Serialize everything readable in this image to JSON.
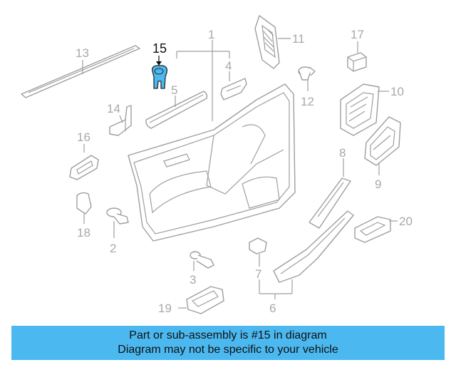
{
  "diagram": {
    "highlighted_part": "15",
    "highlight_color": "#4bb8f0",
    "callouts": [
      "1",
      "2",
      "3",
      "4",
      "5",
      "6",
      "7",
      "8",
      "9",
      "10",
      "11",
      "12",
      "13",
      "14",
      "15",
      "16",
      "17",
      "18",
      "19",
      "20"
    ]
  },
  "banner": {
    "line1": "Part or sub-assembly is #15 in diagram",
    "line2": "Diagram may not be specific to your vehicle",
    "color": "#4bb8f0"
  }
}
